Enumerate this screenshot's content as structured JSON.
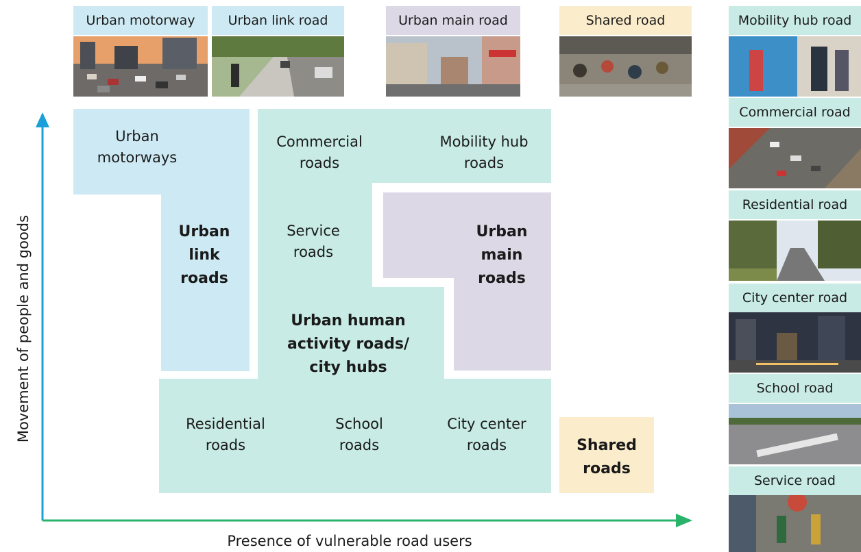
{
  "top_labels": {
    "urban_motorway": "Urban motorway",
    "urban_link_road": "Urban link road",
    "urban_main_road": "Urban main road",
    "shared_road": "Shared road"
  },
  "side_labels": {
    "mobility_hub_road": "Mobility hub road",
    "commercial_road": "Commercial road",
    "residential_road": "Residential road",
    "city_center_road": "City center road",
    "school_road": "School road",
    "service_road": "Service road"
  },
  "regions": {
    "urban_motorways": "Urban motorways",
    "urban_link_roads": "Urban link roads",
    "commercial_roads": "Commercial roads",
    "mobility_hub_roads": "Mobility hub roads",
    "service_roads": "Service roads",
    "urban_main_roads": "Urban main roads",
    "urban_human_activity": "Urban human activity roads/ city hubs",
    "residential_roads": "Residential roads",
    "school_roads": "School roads",
    "city_center_roads": "City center roads",
    "shared_roads": "Shared roads"
  },
  "axes": {
    "y_label": "Movement of people and goods",
    "x_label": "Presence of vulnerable road users"
  },
  "colors": {
    "blue_region": "#cdeaf4",
    "teal_region": "#c8ebe5",
    "purple_region": "#ddd8e6",
    "yellow_region": "#fbeccb",
    "axis_y": "#1aa0d8",
    "axis_x": "#2ab36b"
  }
}
